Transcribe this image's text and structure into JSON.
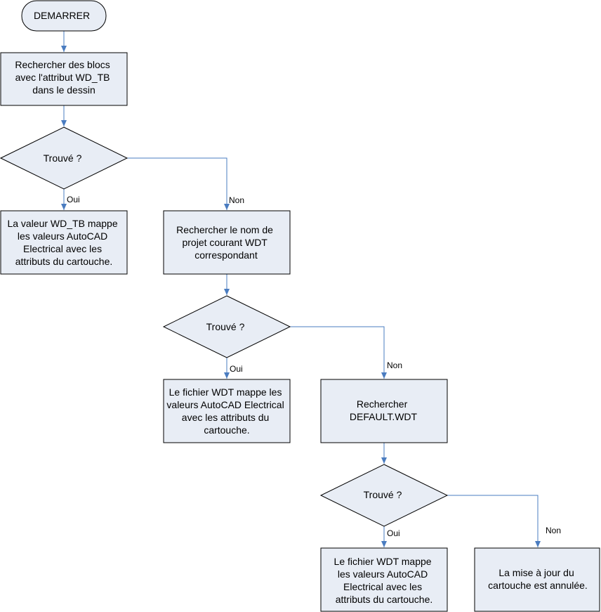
{
  "colors": {
    "fill": "#e8edf5",
    "stroke": "#000000",
    "arrow": "#4a7cc0"
  },
  "nodes": {
    "start": {
      "lines": [
        "DEMARRER"
      ]
    },
    "search_blocks": {
      "lines": [
        "Rechercher des blocs",
        "avec l'attribut WD_TB",
        "dans le dessin"
      ]
    },
    "found1": {
      "lines": [
        "Trouvé ?"
      ]
    },
    "wdtb_maps": {
      "lines": [
        "La valeur WD_TB mappe",
        "les valeurs AutoCAD",
        "Electrical avec les",
        "attributs du cartouche."
      ]
    },
    "search_project": {
      "lines": [
        "Rechercher le nom de",
        "projet courant WDT",
        "correspondant"
      ]
    },
    "found2": {
      "lines": [
        "Trouvé ?"
      ]
    },
    "wdt_maps1": {
      "lines": [
        "Le fichier WDT mappe les",
        "valeurs AutoCAD Electrical",
        "avec les attributs du",
        "cartouche."
      ]
    },
    "search_default": {
      "lines": [
        "Rechercher",
        "DEFAULT.WDT"
      ]
    },
    "found3": {
      "lines": [
        "Trouvé ?"
      ]
    },
    "wdt_maps2": {
      "lines": [
        "Le fichier WDT mappe",
        "les valeurs AutoCAD",
        "Electrical avec les",
        "attributs du cartouche."
      ]
    },
    "cancelled": {
      "lines": [
        "La mise à jour du",
        "cartouche est annulée."
      ]
    }
  },
  "edge_labels": {
    "yes1": "Oui",
    "no1": "Non",
    "yes2": "Oui",
    "no2": "Non",
    "yes3": "Oui",
    "no3": "Non"
  }
}
